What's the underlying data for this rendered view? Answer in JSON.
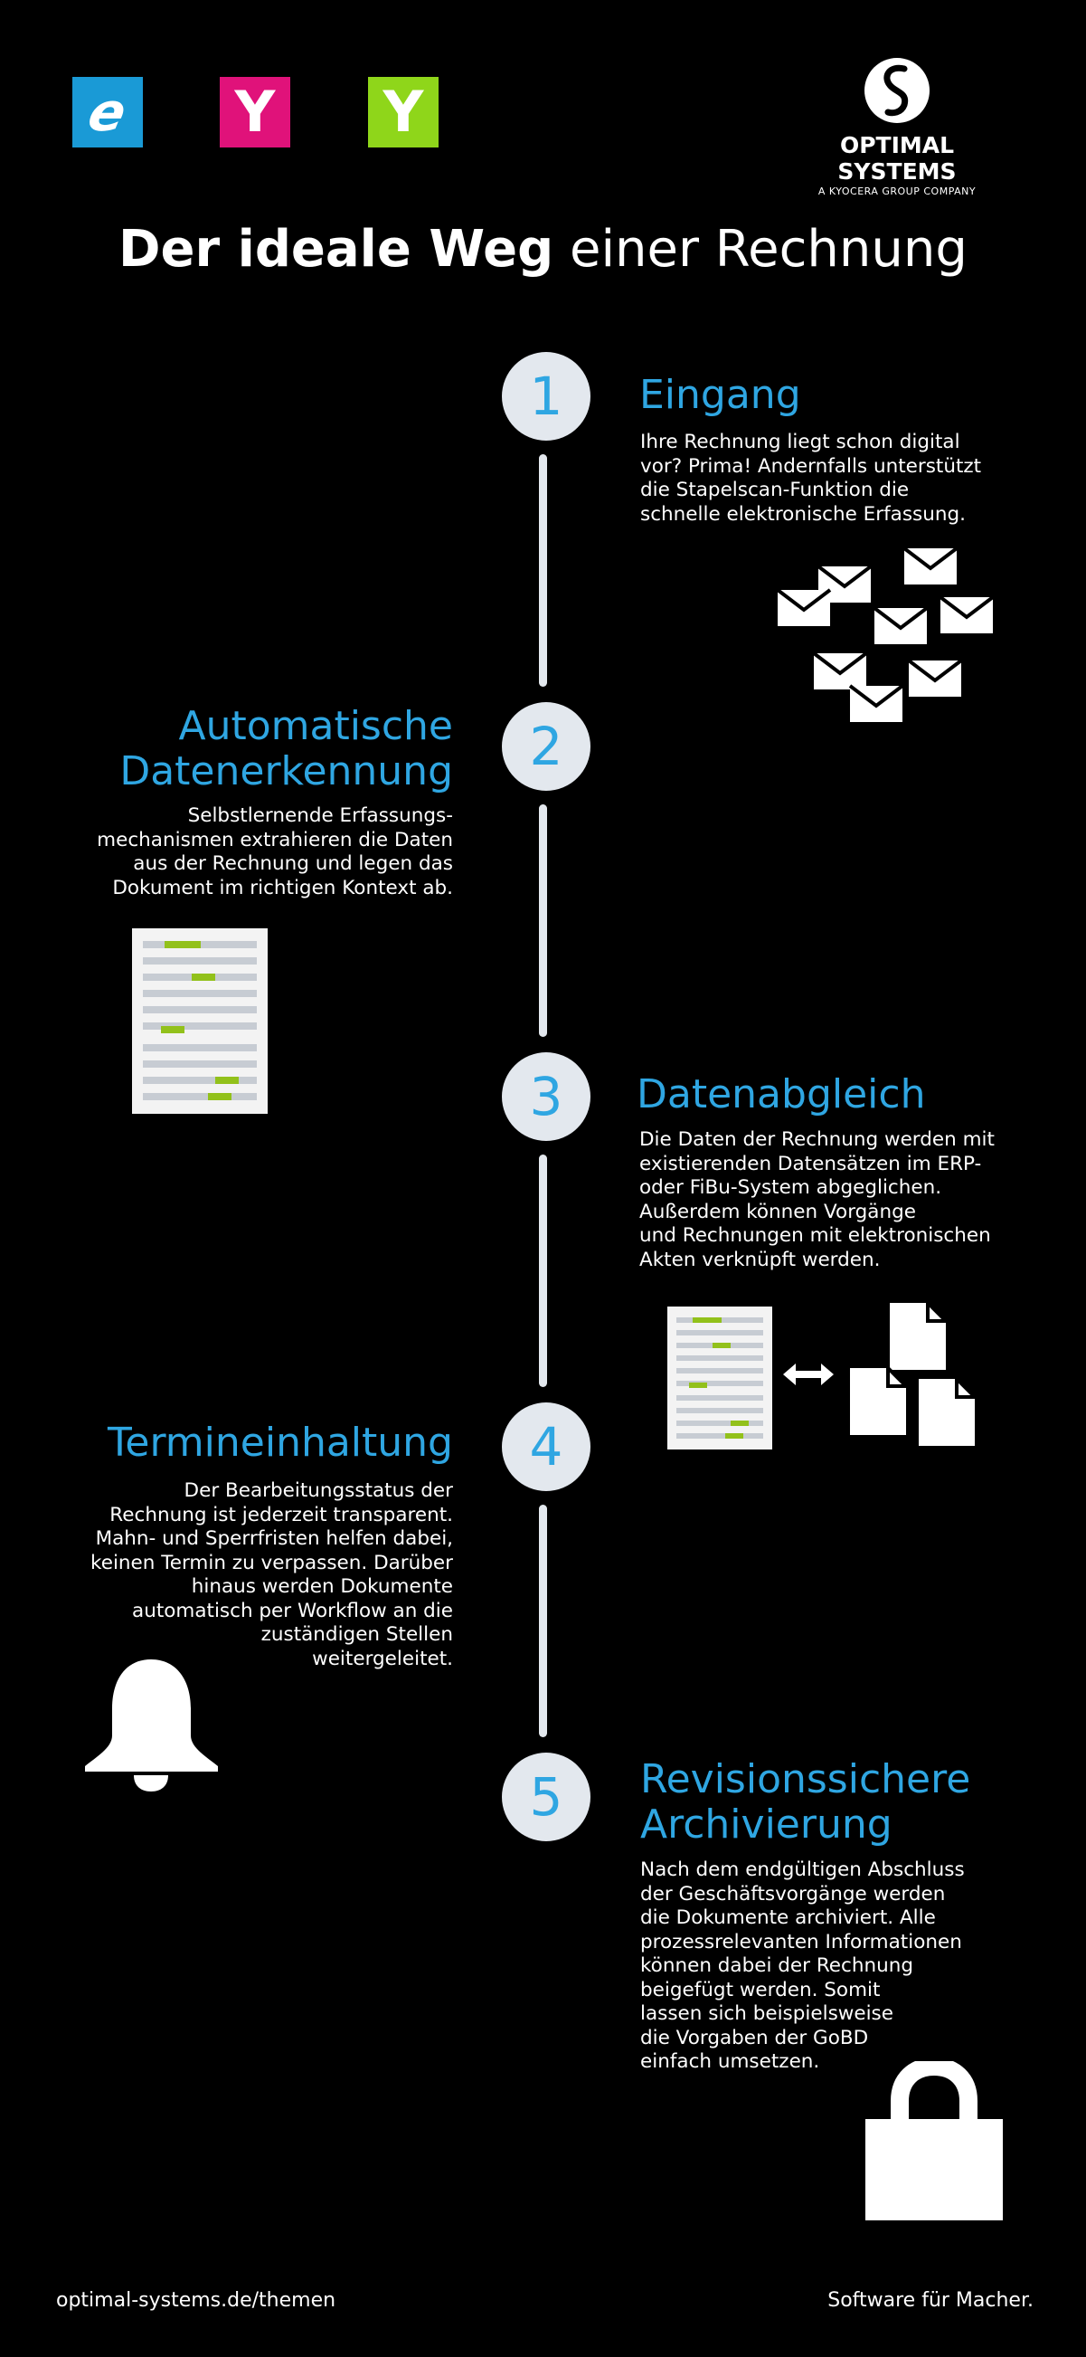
{
  "logos": {
    "logo1": {
      "glyph": "e",
      "color": "#1a9ad6"
    },
    "logo2": {
      "glyph": "Y",
      "color": "#e0127a"
    },
    "logo3": {
      "glyph": "Y",
      "color": "#8fd61a"
    }
  },
  "brand": {
    "name": "OPTIMAL SYSTEMS",
    "subtitle": "A KYOCERA GROUP COMPANY"
  },
  "title": {
    "bold": "Der ideale Weg",
    "regular": "einer Rechnung"
  },
  "colors": {
    "accent": "#2fa6e2",
    "timeline": "#e3e8ee",
    "highlight": "#92c11b"
  },
  "steps": [
    {
      "number": "1",
      "heading_lines": [
        "Eingang"
      ],
      "description_lines": [
        "Ihre Rechnung liegt schon digital",
        "vor? Prima! Andernfalls unterstützt",
        "die Stapelscan-Funktion die",
        "schnelle elektronische Erfassung."
      ],
      "icon": "envelopes-icon"
    },
    {
      "number": "2",
      "heading_lines": [
        "Automatische",
        "Datenerkennung"
      ],
      "description_lines": [
        "Selbstlernende Erfassungs-",
        "mechanismen extrahieren die Daten",
        "aus der Rechnung und legen das",
        "Dokument im richtigen Kontext ab."
      ],
      "icon": "document-icon"
    },
    {
      "number": "3",
      "heading_lines": [
        "Datenabgleich"
      ],
      "description_lines": [
        "Die Daten der Rechnung werden mit",
        "existierenden Datensätzen im ERP-",
        "oder FiBu-System abgeglichen.",
        "Außerdem können Vorgänge",
        "und Rechnungen mit elektronischen",
        "Akten verknüpft werden."
      ],
      "icon": "document-compare-icon"
    },
    {
      "number": "4",
      "heading_lines": [
        "Termineinhaltung"
      ],
      "description_lines": [
        "Der Bearbeitungsstatus der",
        "Rechnung ist jederzeit transparent.",
        "Mahn- und Sperrfristen helfen dabei,",
        "keinen Termin zu verpassen. Darüber",
        "hinaus werden Dokumente",
        "automatisch per Workflow an die",
        "zuständigen Stellen",
        "weitergeleitet."
      ],
      "icon": "bell-icon"
    },
    {
      "number": "5",
      "heading_lines": [
        "Revisionssichere",
        "Archivierung"
      ],
      "description_lines": [
        "Nach dem endgültigen Abschluss",
        "der Geschäftsvorgänge werden",
        "die Dokumente archiviert. Alle",
        "prozessrelevanten Informationen",
        "können dabei der Rechnung",
        "beigefügt werden. Somit",
        "lassen sich beispielsweise",
        "die Vorgaben der GoBD",
        "einfach umsetzen."
      ],
      "icon": "lock-icon"
    }
  ],
  "footer": {
    "url": "optimal-systems.de/themen",
    "slogan": "Software für Macher."
  }
}
